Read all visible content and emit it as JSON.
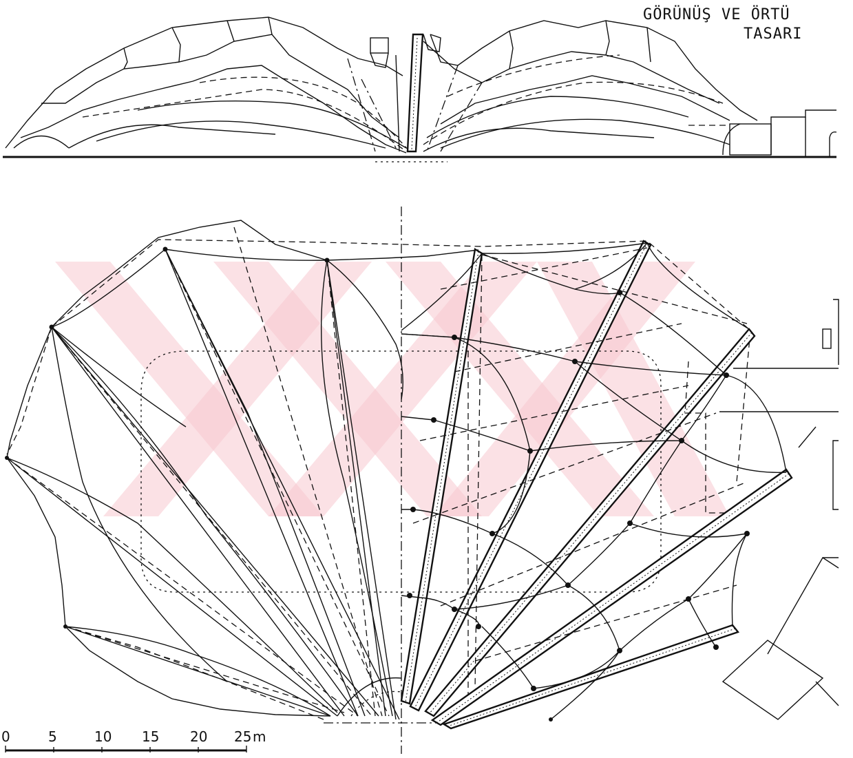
{
  "title": {
    "line1": "GÖRÜNÜŞ VE ÖRTÜ",
    "line2": "TASARI"
  },
  "scale_bar": {
    "ticks": [
      "0",
      "5",
      "10",
      "15",
      "20",
      "25"
    ],
    "unit": "m"
  },
  "colors": {
    "ink": "#111111",
    "watermark": "#f7c9d0",
    "paper": "#ffffff"
  }
}
